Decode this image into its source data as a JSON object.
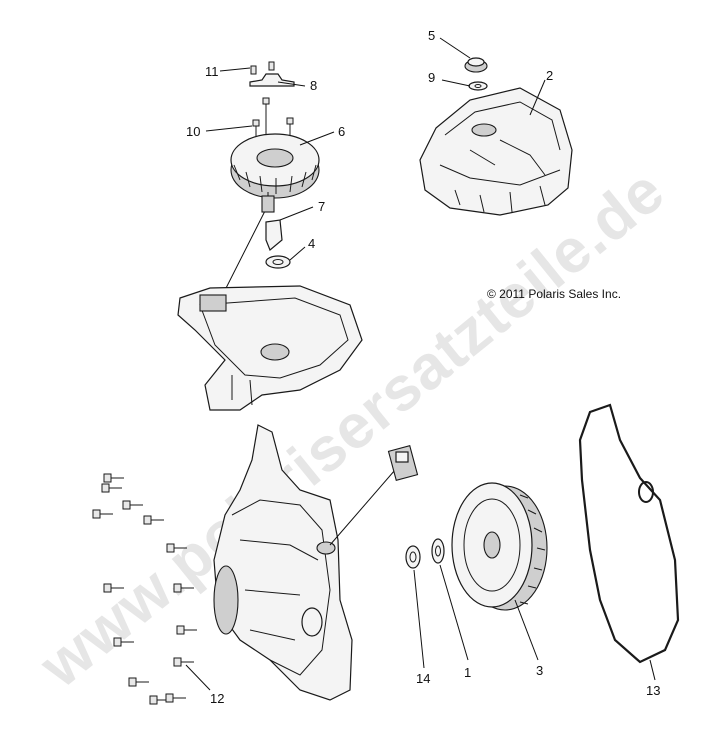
{
  "watermark": "www.polarisersatzteile.de",
  "copyright": "© 2011 Polaris Sales Inc.",
  "callouts": {
    "c1": "1",
    "c2": "2",
    "c3": "3",
    "c4": "4",
    "c5": "5",
    "c6": "6",
    "c7": "7",
    "c8": "8",
    "c9": "9",
    "c10": "10",
    "c11": "11",
    "c12": "12",
    "c13": "13",
    "c14": "14"
  }
}
